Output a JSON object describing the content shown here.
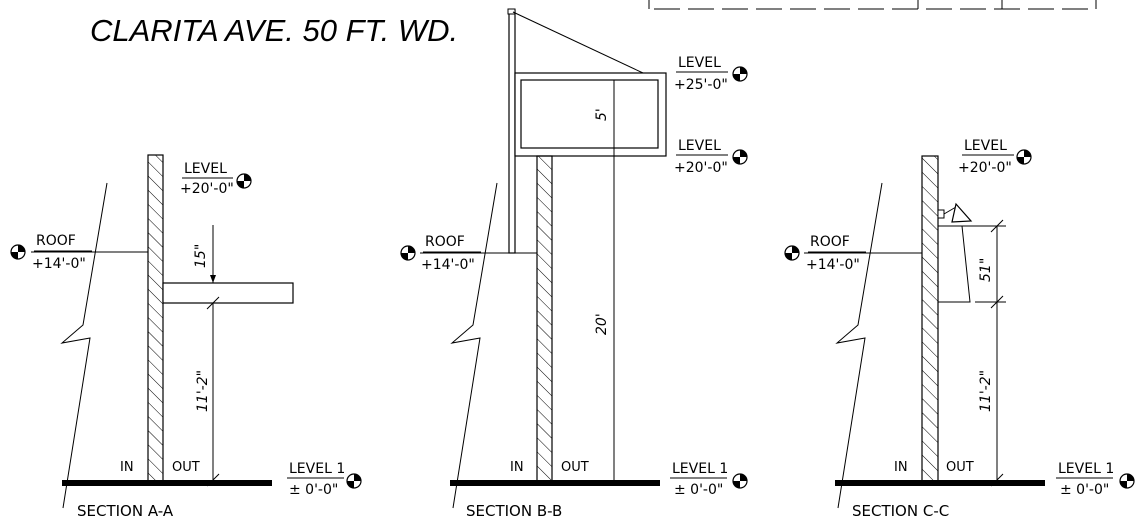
{
  "title": "CLARITA AVE. 50 FT. WD.",
  "sections": {
    "a": {
      "name": "SECTION A-A",
      "level_top": "LEVEL",
      "level_top_value": "+20'-0\"",
      "roof": "ROOF",
      "roof_value": "+14'-0\"",
      "level1": "LEVEL 1",
      "level1_value": "± 0'-0\"",
      "in": "IN",
      "out": "OUT",
      "dim_upper": "15\"",
      "dim_lower": "11'-2\""
    },
    "b": {
      "name": "SECTION B-B",
      "level_sign": "LEVEL",
      "level_sign_value": "+25'-0\"",
      "level_top": "LEVEL",
      "level_top_value": "+20'-0\"",
      "roof": "ROOF",
      "roof_value": "+14'-0\"",
      "level1": "LEVEL 1",
      "level1_value": "± 0'-0\"",
      "in": "IN",
      "out": "OUT",
      "dim_upper": "5'",
      "dim_lower": "20'"
    },
    "c": {
      "name": "SECTION C-C",
      "level_top": "LEVEL",
      "level_top_value": "+20'-0\"",
      "roof": "ROOF",
      "roof_value": "+14'-0\"",
      "level1": "LEVEL 1",
      "level1_value": "± 0'-0\"",
      "in": "IN",
      "out": "OUT",
      "dim_upper": "51\"",
      "dim_lower": "11'-2\""
    }
  }
}
